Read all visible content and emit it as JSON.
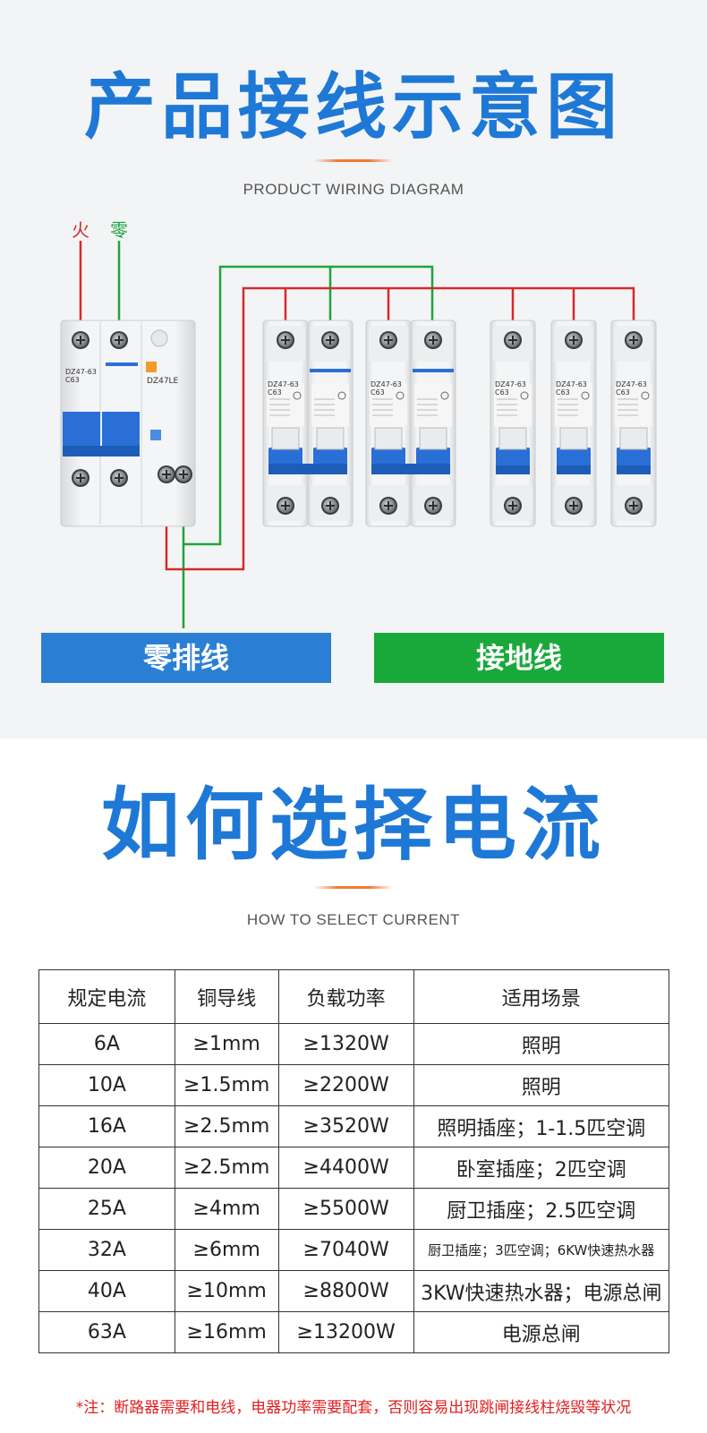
{
  "wiring_section": {
    "title": "产品接线示意图",
    "subtitle": "PRODUCT WIRING DIAGRAM",
    "live_label": "火",
    "neutral_label": "零",
    "neutral_bar": "零排线",
    "ground_bar": "接地线",
    "rcbo_label": "DZ47LE",
    "breaker_model": "DZ47-63",
    "breaker_rating": "C63"
  },
  "current_section": {
    "title": "如何选择电流",
    "subtitle": "HOW TO SELECT CURRENT",
    "headers": [
      "规定电流",
      "铜导线",
      "负载功率",
      "适用场景"
    ],
    "rows": [
      [
        "6A",
        "≥1mm",
        "≥1320W",
        "照明"
      ],
      [
        "10A",
        "≥1.5mm",
        "≥2200W",
        "照明"
      ],
      [
        "16A",
        "≥2.5mm",
        "≥3520W",
        "照明插座；1-1.5匹空调"
      ],
      [
        "20A",
        "≥2.5mm",
        "≥4400W",
        "卧室插座；2匹空调"
      ],
      [
        "25A",
        "≥4mm",
        "≥5500W",
        "厨卫插座；2.5匹空调"
      ],
      [
        "32A",
        "≥6mm",
        "≥7040W",
        "厨卫插座；3匹空调；6KW快速热水器"
      ],
      [
        "40A",
        "≥10mm",
        "≥8800W",
        "3KW快速热水器；电源总闸"
      ],
      [
        "63A",
        "≥16mm",
        "≥13200W",
        "电源总闸"
      ]
    ]
  },
  "note": "*注：断路器需要和电线，电器功率需要配套，否则容易出现跳闸接线柱烧毁等状况",
  "colors": {
    "title_blue": "#1e78d6",
    "live_red": "#d42a2a",
    "neutral_green": "#1fa43c",
    "breaker_blue": "#2a6fd6",
    "note_red": "#e02020"
  }
}
